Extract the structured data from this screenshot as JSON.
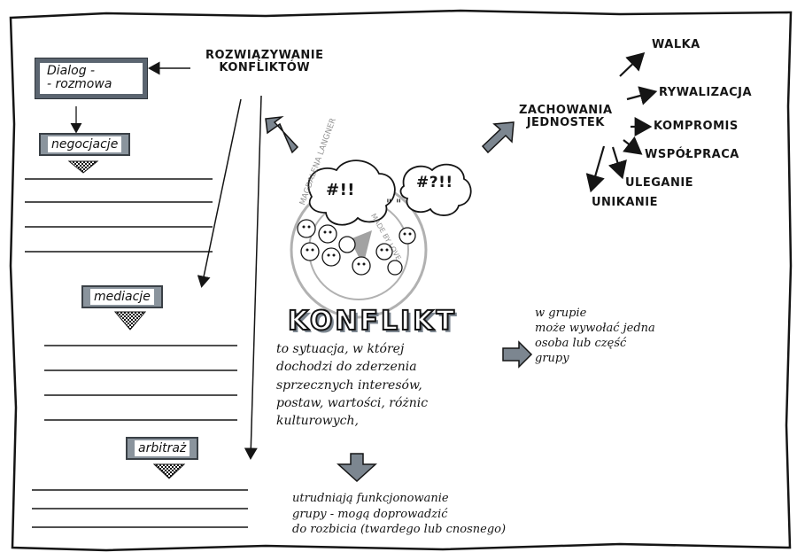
{
  "top": {
    "label": "ROZWIĄZYWANIE\nKONFLIKTÓW"
  },
  "left": {
    "dialog": "Dialog -\n- rozmowa",
    "negocjacje": "negocjacje",
    "mediacje": "mediacje",
    "arbitraz": "arbitraż"
  },
  "center": {
    "title": "KONFLIKT",
    "definition": "to sytuacja, w której\ndochodzi do zderzenia\nsprzecznych interesów,\npostaw, wartości, różnic\nkulturowych,",
    "consequence": "utrudniają funkcjonowanie\ngrupy - mogą doprowadzić\ndo rozbicia (twardego lub cnosnego)",
    "bubble_left": "#!!",
    "bubble_right": "#?!!",
    "bubble_sep": "\" \""
  },
  "right": {
    "group_note": "w grupie\nmoże wywołać jedna\nosoba lub część\ngrupy",
    "behaviours_label": "ZACHOWANIA\nJEDNOSTEK",
    "behaviours": [
      "WALKA",
      "RYWALIZACJA",
      "KOMPROMIS",
      "WSPÓŁPRACA",
      "ULEGANIE",
      "UNIKANIE"
    ]
  },
  "stamp": {
    "ring_text": "MAGDALENA LANGNER",
    "inner_text": "MADE BY LOVE"
  },
  "colors": {
    "ink": "#151515",
    "marker_grey": "#5b6570",
    "marker_light": "#8a949d"
  }
}
